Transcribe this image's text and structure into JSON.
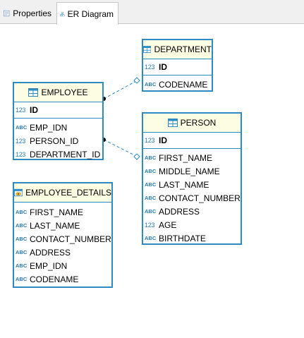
{
  "tabs": [
    {
      "label": "Properties",
      "icon": "properties-icon"
    },
    {
      "label": "ER Diagram",
      "icon": "er-diagram-icon",
      "active": true
    }
  ],
  "colors": {
    "border": "#2d8bc2",
    "header_bg": "#fdfde3",
    "type_badge": "#2a7fb8"
  },
  "entities": {
    "department": {
      "name": "DEPARTMENT",
      "pk": {
        "type": "123",
        "name": "ID"
      },
      "columns": [
        {
          "type": "ABC",
          "name": "CODENAME"
        }
      ]
    },
    "employee": {
      "name": "EMPLOYEE",
      "pk": {
        "type": "123",
        "name": "ID"
      },
      "columns": [
        {
          "type": "ABC",
          "name": "EMP_IDN"
        },
        {
          "type": "123",
          "name": "PERSON_ID"
        },
        {
          "type": "123",
          "name": "DEPARTMENT_ID"
        }
      ]
    },
    "person": {
      "name": "PERSON",
      "pk": {
        "type": "123",
        "name": "ID"
      },
      "columns": [
        {
          "type": "ABC",
          "name": "FIRST_NAME"
        },
        {
          "type": "ABC",
          "name": "MIDDLE_NAME"
        },
        {
          "type": "ABC",
          "name": "LAST_NAME"
        },
        {
          "type": "ABC",
          "name": "CONTACT_NUMBER"
        },
        {
          "type": "ABC",
          "name": "ADDRESS"
        },
        {
          "type": "123",
          "name": "AGE"
        },
        {
          "type": "ABC",
          "name": "BIRTHDATE"
        }
      ]
    },
    "employee_details": {
      "name": "EMPLOYEE_DETAILS",
      "columns": [
        {
          "type": "ABC",
          "name": "FIRST_NAME"
        },
        {
          "type": "ABC",
          "name": "LAST_NAME"
        },
        {
          "type": "ABC",
          "name": "CONTACT_NUMBER"
        },
        {
          "type": "ABC",
          "name": "ADDRESS"
        },
        {
          "type": "ABC",
          "name": "EMP_IDN"
        },
        {
          "type": "ABC",
          "name": "CODENAME"
        }
      ]
    }
  }
}
